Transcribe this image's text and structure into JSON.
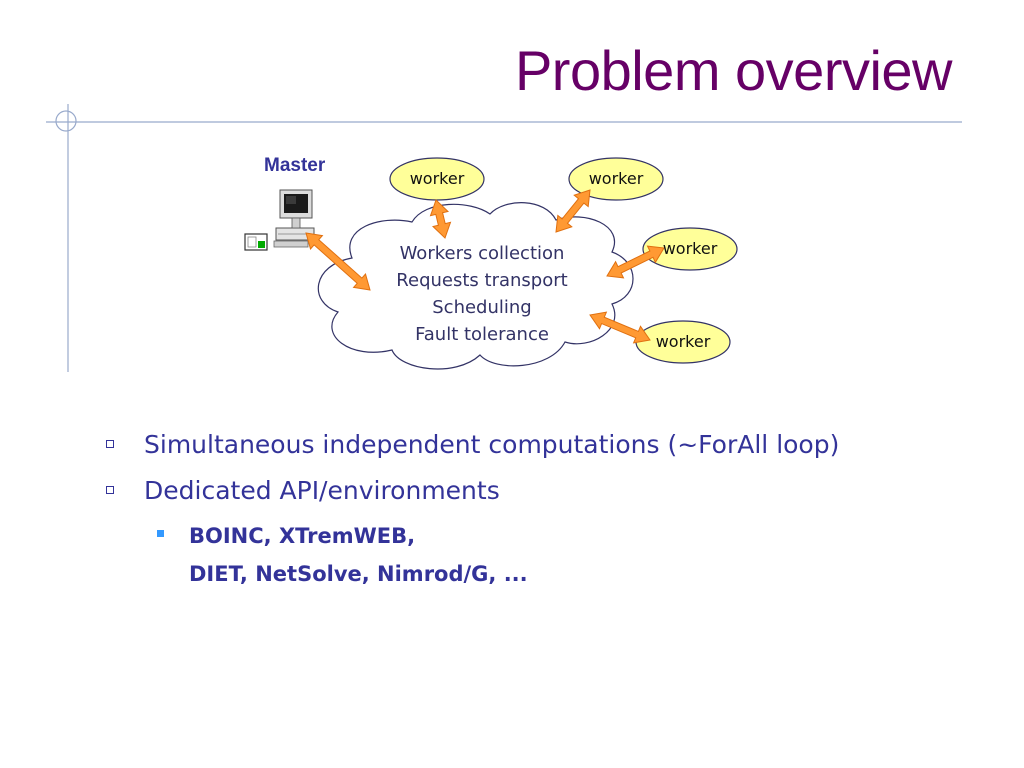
{
  "slide": {
    "title": "Problem overview"
  },
  "diagram": {
    "master_label": "Master",
    "cloud_lines": [
      "Workers collection",
      "Requests transport",
      "Scheduling",
      "Fault tolerance"
    ],
    "worker_label": "worker",
    "colors": {
      "worker_fill": "#ffff99",
      "worker_stroke": "#333366",
      "arrow_fill": "#ff9933",
      "cloud_stroke": "#333366"
    }
  },
  "bullets": [
    {
      "text": "Simultaneous independent computations (~ForAll loop)"
    },
    {
      "text": "Dedicated API/environments"
    }
  ],
  "sub_bullets": {
    "line1": "BOINC, XTremWEB,",
    "line2": "DIET, NetSolve, Nimrod/G, ..."
  },
  "colors": {
    "title": "#660066",
    "text": "#333399",
    "decoration_line": "#99aacc",
    "sub_marker": "#3399ff"
  }
}
